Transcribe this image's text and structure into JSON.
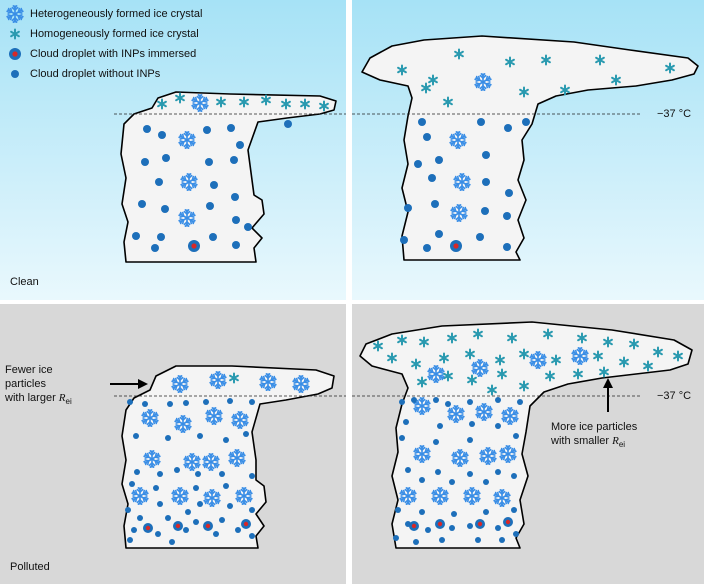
{
  "legend": [
    {
      "symbol": "hetero-ice-crystal",
      "label": "Heterogeneously formed ice crystal"
    },
    {
      "symbol": "homo-ice-crystal",
      "label": "Homogeneously formed ice crystal"
    },
    {
      "symbol": "droplet-with-inp",
      "label": "Cloud droplet with INPs immersed"
    },
    {
      "symbol": "droplet-without-inp",
      "label": "Cloud droplet without INPs"
    }
  ],
  "scenarios": {
    "clean": {
      "label": "Clean"
    },
    "polluted": {
      "label": "Polluted"
    }
  },
  "isotherm": {
    "label_top": "−37 °C",
    "label_bottom": "−37 °C"
  },
  "annotations": {
    "fewer": {
      "line1": "Fewer ice",
      "line2": "particles",
      "line3_prefix": "with larger ",
      "symbol": "R",
      "subscript": "ei"
    },
    "more": {
      "line1": "More ice particles",
      "line2_prefix": "with smaller ",
      "symbol": "R",
      "subscript": "ei"
    }
  },
  "colors": {
    "clean_sky_top": "#a6e2f6",
    "clean_sky_bottom": "#e9f8fd",
    "polluted_bg": "#d8d8d8",
    "cloud_fill": "#f4f4f4",
    "cloud_outline": "#000000",
    "droplet": "#1d6fba",
    "inp_core": "#d62828",
    "hetero_ice": "#3a8ee6",
    "homo_ice": "#2a9ab0"
  }
}
